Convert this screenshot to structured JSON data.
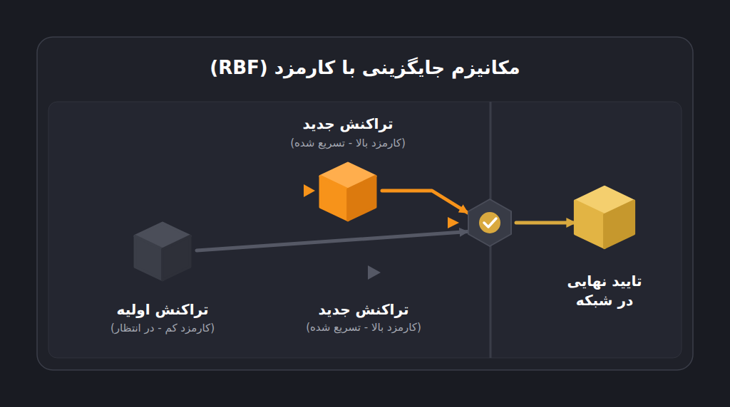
{
  "diagram": {
    "title": "مکانیزم جایگزینی با کارمزد (RBF)",
    "nodes": [
      {
        "text": [
          "تراکنش جدید",
          "(کارمزد بالا - تسریع شده)"
        ]
      },
      {
        "text": [
          "تراکنش اولیه",
          "(کارمزد کم - در انتظار)"
        ]
      },
      {
        "text": []
      },
      {
        "text": [
          "تایید نهایی در شبکه"
        ]
      }
    ],
    "edges": [
      {
        "from": 0,
        "to": 2,
        "arrow": "to"
      },
      {
        "from": 1,
        "to": 2,
        "arrow": "to"
      },
      {
        "from": 2,
        "to": 3,
        "arrow": "to"
      }
    ],
    "labels": [
      "تراکنش جدید",
      "(کارمزد بالا - تسریع شده)"
    ]
  }
}
